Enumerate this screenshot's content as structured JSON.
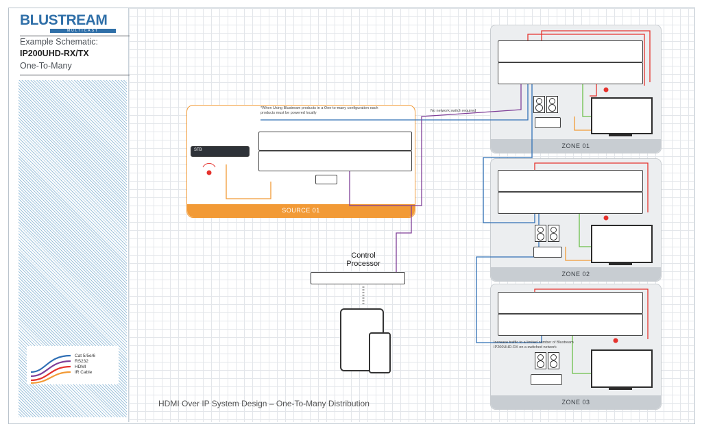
{
  "brand": {
    "name": "BLUSTREAM",
    "tagline": "MULTICAST"
  },
  "schematic": {
    "line1": "Example Schematic:",
    "line2": "IP200UHD-RX/TX",
    "line3": "One-To-Many"
  },
  "legend": {
    "items": [
      {
        "label": "Cat 5/5e/6",
        "color": "#2f6fb5"
      },
      {
        "label": "RS232",
        "color": "#7f3f98"
      },
      {
        "label": "HDMI",
        "color": "#e5322d"
      },
      {
        "label": "IR Cable",
        "color": "#f29a36"
      }
    ]
  },
  "source": {
    "label": "SOURCE 01",
    "device": "STB",
    "note": "*When Using Blustream products in a One-to-many configuration each products must be powered locally"
  },
  "control": {
    "label_line1": "Control",
    "label_line2": "Processor"
  },
  "network_note": "No network switch required",
  "zone3_note": "Increase traffic to a limited number of Blustream IP200UHD-RX on a switched network",
  "zones": [
    {
      "label": "ZONE 01"
    },
    {
      "label": "ZONE 02"
    },
    {
      "label": "ZONE 03"
    }
  ],
  "footer_title": "HDMI Over IP System Design – One-To-Many Distribution",
  "colors": {
    "cat": "#2f6fb5",
    "rs232": "#7f3f98",
    "hdmi": "#e5322d",
    "ir": "#f29a36",
    "audio": "#6cc04a"
  }
}
